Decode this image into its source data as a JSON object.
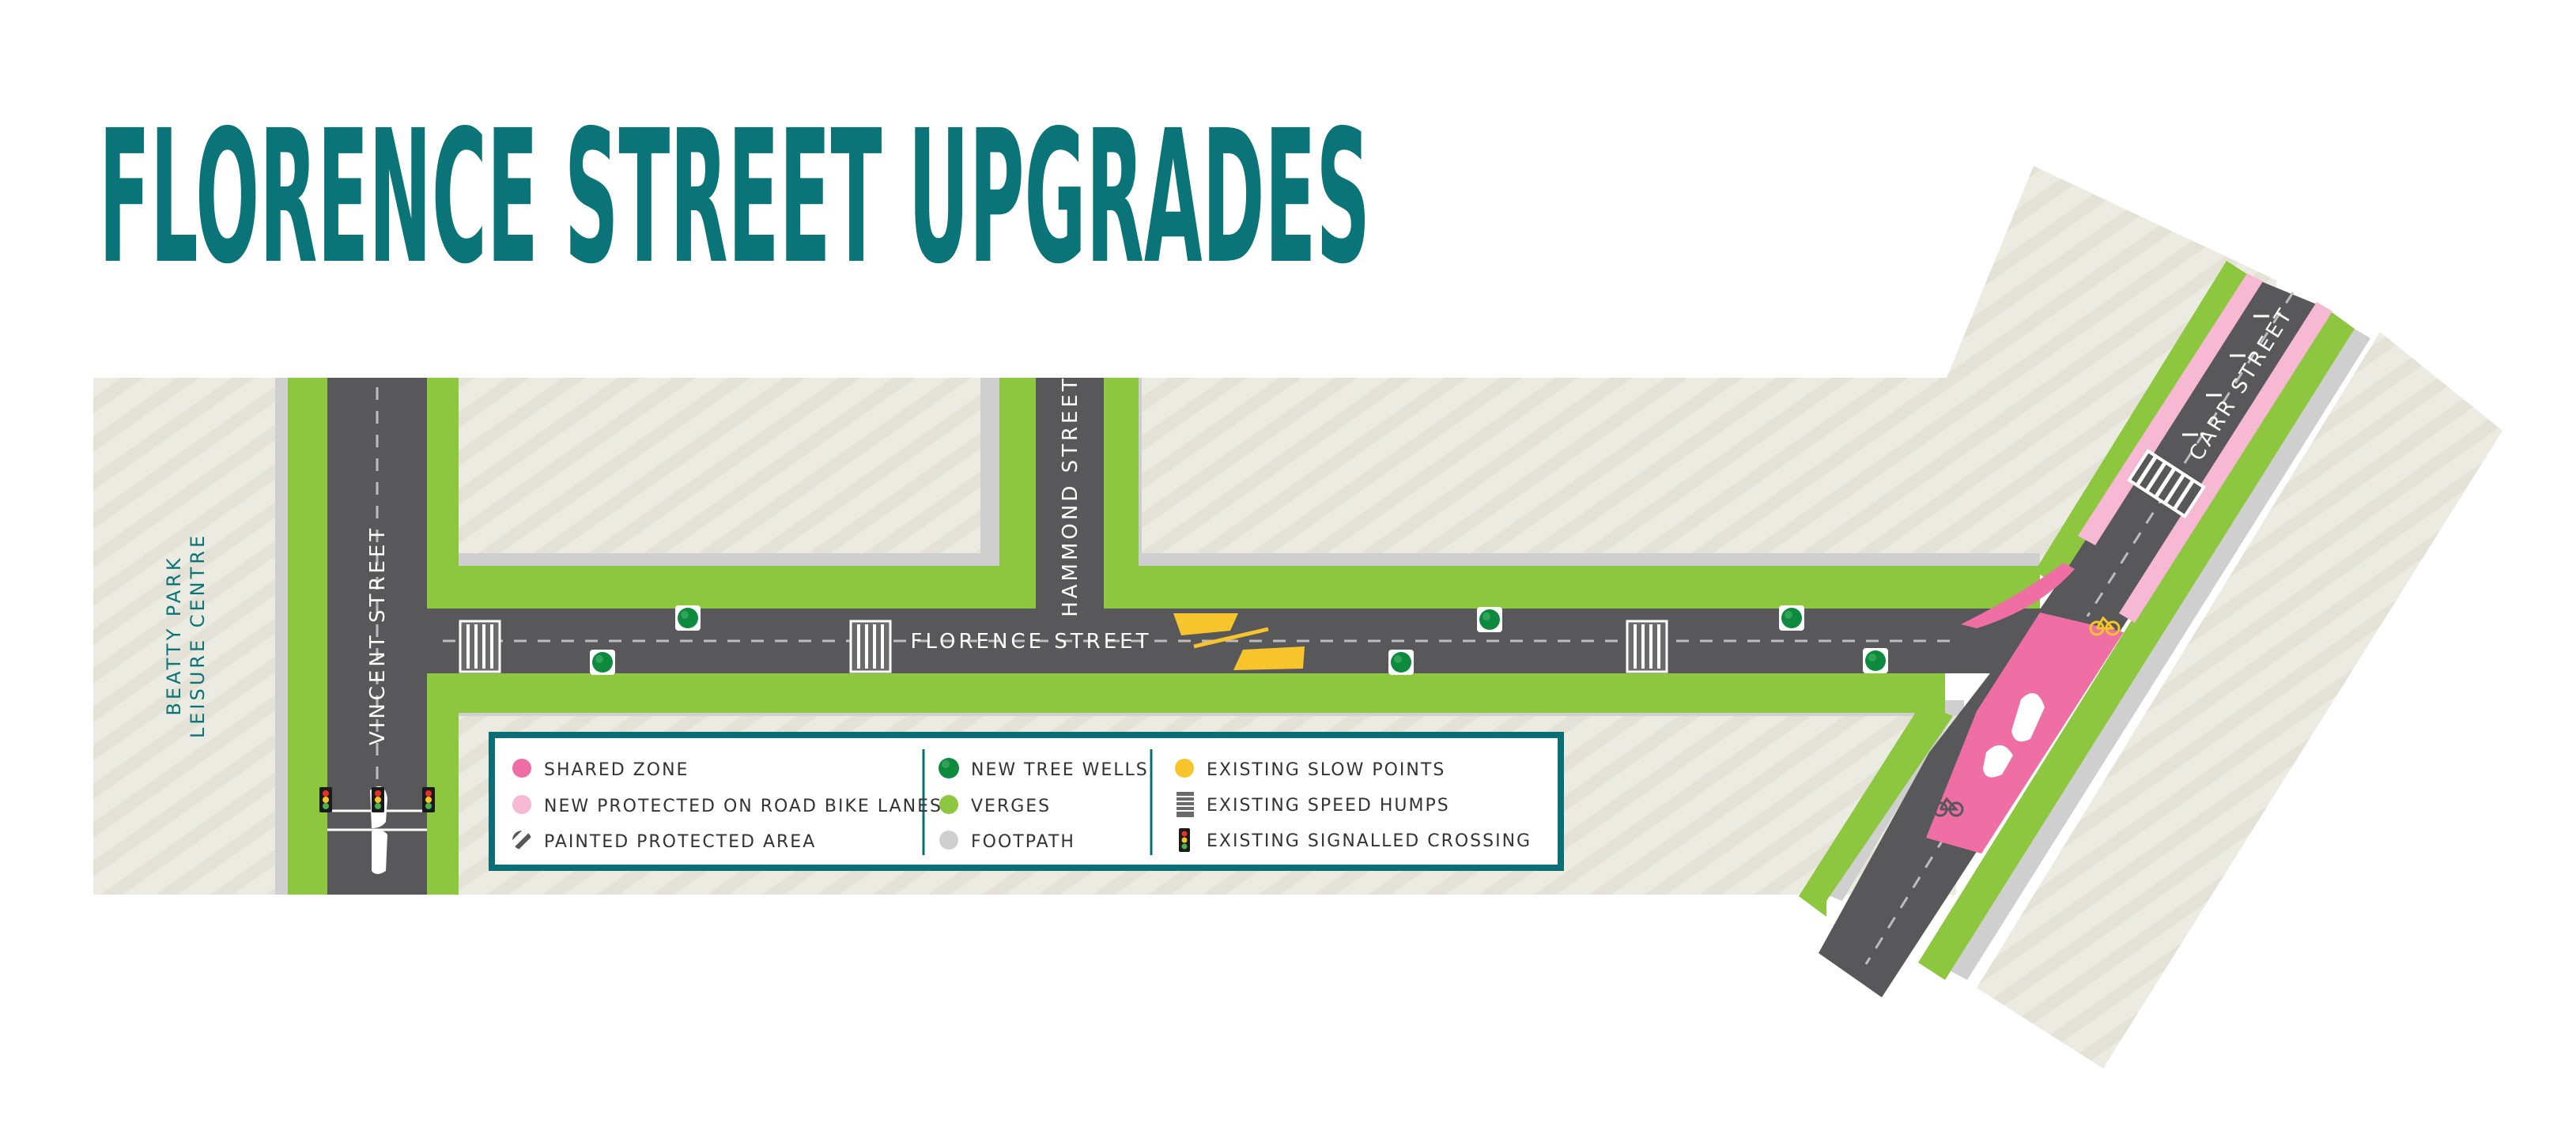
{
  "title": "FLORENCE STREET UPGRADES",
  "labels": {
    "beatty_line1": "BEATTY PARK",
    "beatty_line2": "LEISURE CENTRE",
    "vincent_street": "VINCENT STREET",
    "hammond_street": "HAMMOND STREET",
    "florence_street": "FLORENCE STREET",
    "carr_street": "CARR STREET"
  },
  "legend": {
    "items": [
      {
        "label": "SHARED ZONE",
        "icon": "pink-dot-icon"
      },
      {
        "label": "NEW PROTECTED ON ROAD BIKE LANES",
        "icon": "light-pink-dot-icon"
      },
      {
        "label": "PAINTED PROTECTED AREA",
        "icon": "hatched-dot-icon"
      },
      {
        "label": "NEW TREE WELLS",
        "icon": "tree-well-icon"
      },
      {
        "label": "VERGES",
        "icon": "green-dot-icon"
      },
      {
        "label": "FOOTPATH",
        "icon": "grey-dot-icon"
      },
      {
        "label": "EXISTING SLOW POINTS",
        "icon": "yellow-dot-icon"
      },
      {
        "label": "EXISTING SPEED HUMPS",
        "icon": "speed-hump-icon"
      },
      {
        "label": "EXISTING SIGNALLED CROSSING",
        "icon": "traffic-light-icon"
      }
    ]
  },
  "colors": {
    "title": "#0b7478",
    "road": "#58585a",
    "verge": "#8dc63f",
    "footpath": "#cfcfcf",
    "block": "#ecebe1",
    "shared_zone": "#ef6ea4",
    "bike_lane": "#f6b8d2",
    "slow_point": "#f7c52b",
    "tree": "#0e8a3f",
    "teal": "#0b6e74"
  }
}
